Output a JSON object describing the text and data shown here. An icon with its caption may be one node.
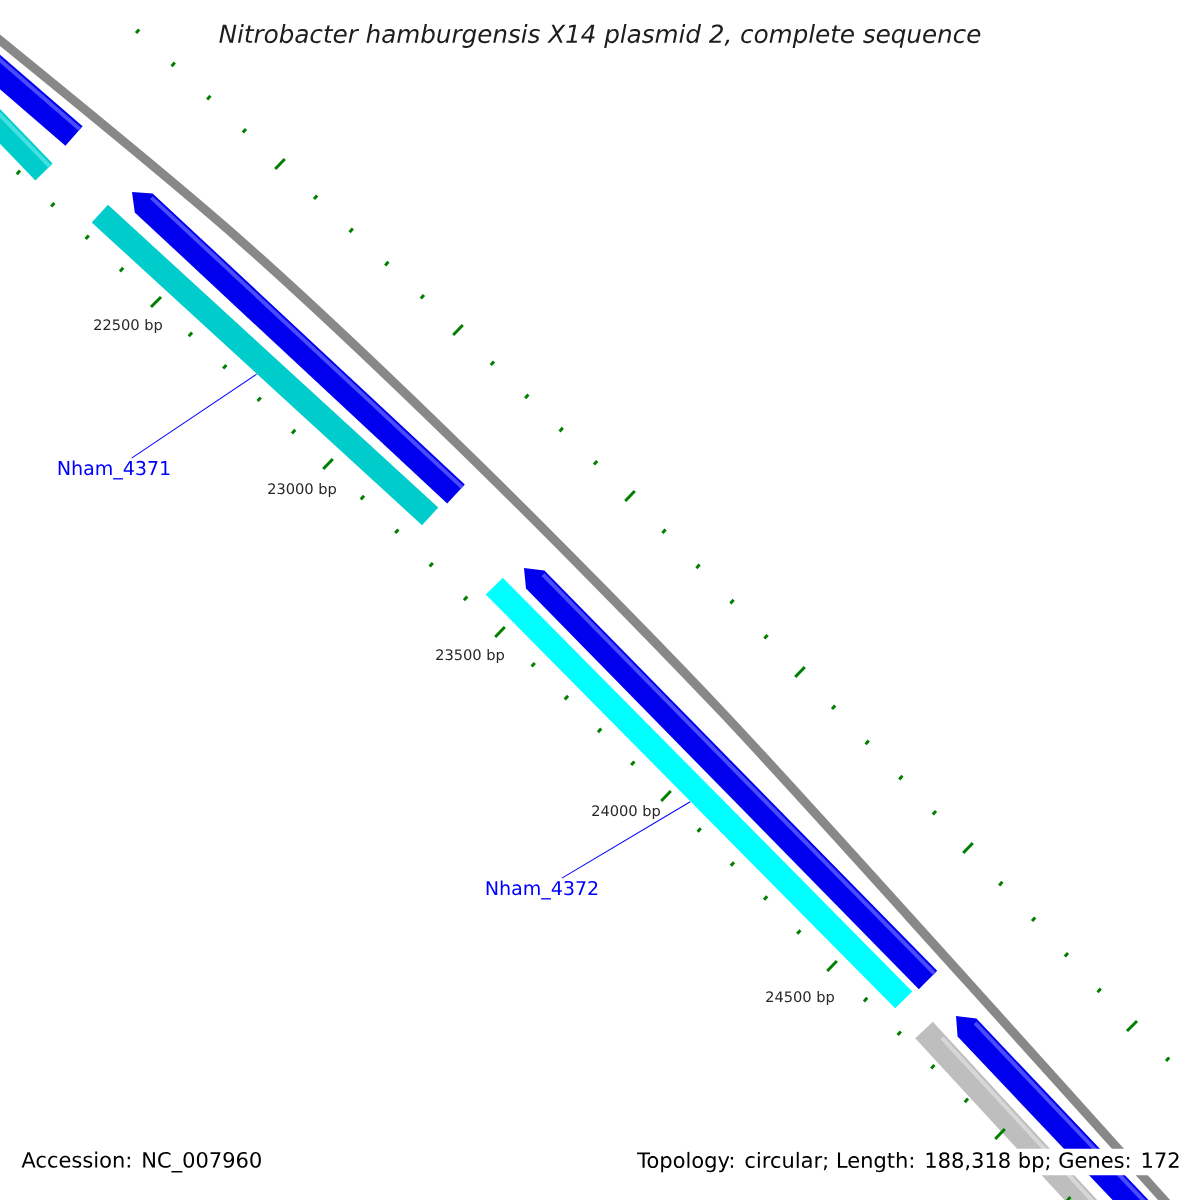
{
  "diagram": {
    "title": "Nitrobacter hamburgensis X14 plasmid 2, complete sequence",
    "nodes": [
      {
        "text": [
          "Nham_4371"
        ]
      },
      {
        "text": [],
        "shape": "bar"
      },
      {
        "text": [
          "Nham_4372"
        ]
      },
      {
        "text": [],
        "shape": "bar"
      }
    ],
    "edges": [
      {
        "from": 0,
        "to": 1,
        "arrow": "none"
      },
      {
        "from": 2,
        "to": 3,
        "arrow": "none"
      }
    ],
    "labels": [
      "22500 bp",
      "23000 bp",
      "23500 bp",
      "24000 bp",
      "24500 bp",
      "Accession: NC_007960",
      "Topology: circular; Length: 188,318 bp; Genes: 172"
    ]
  }
}
